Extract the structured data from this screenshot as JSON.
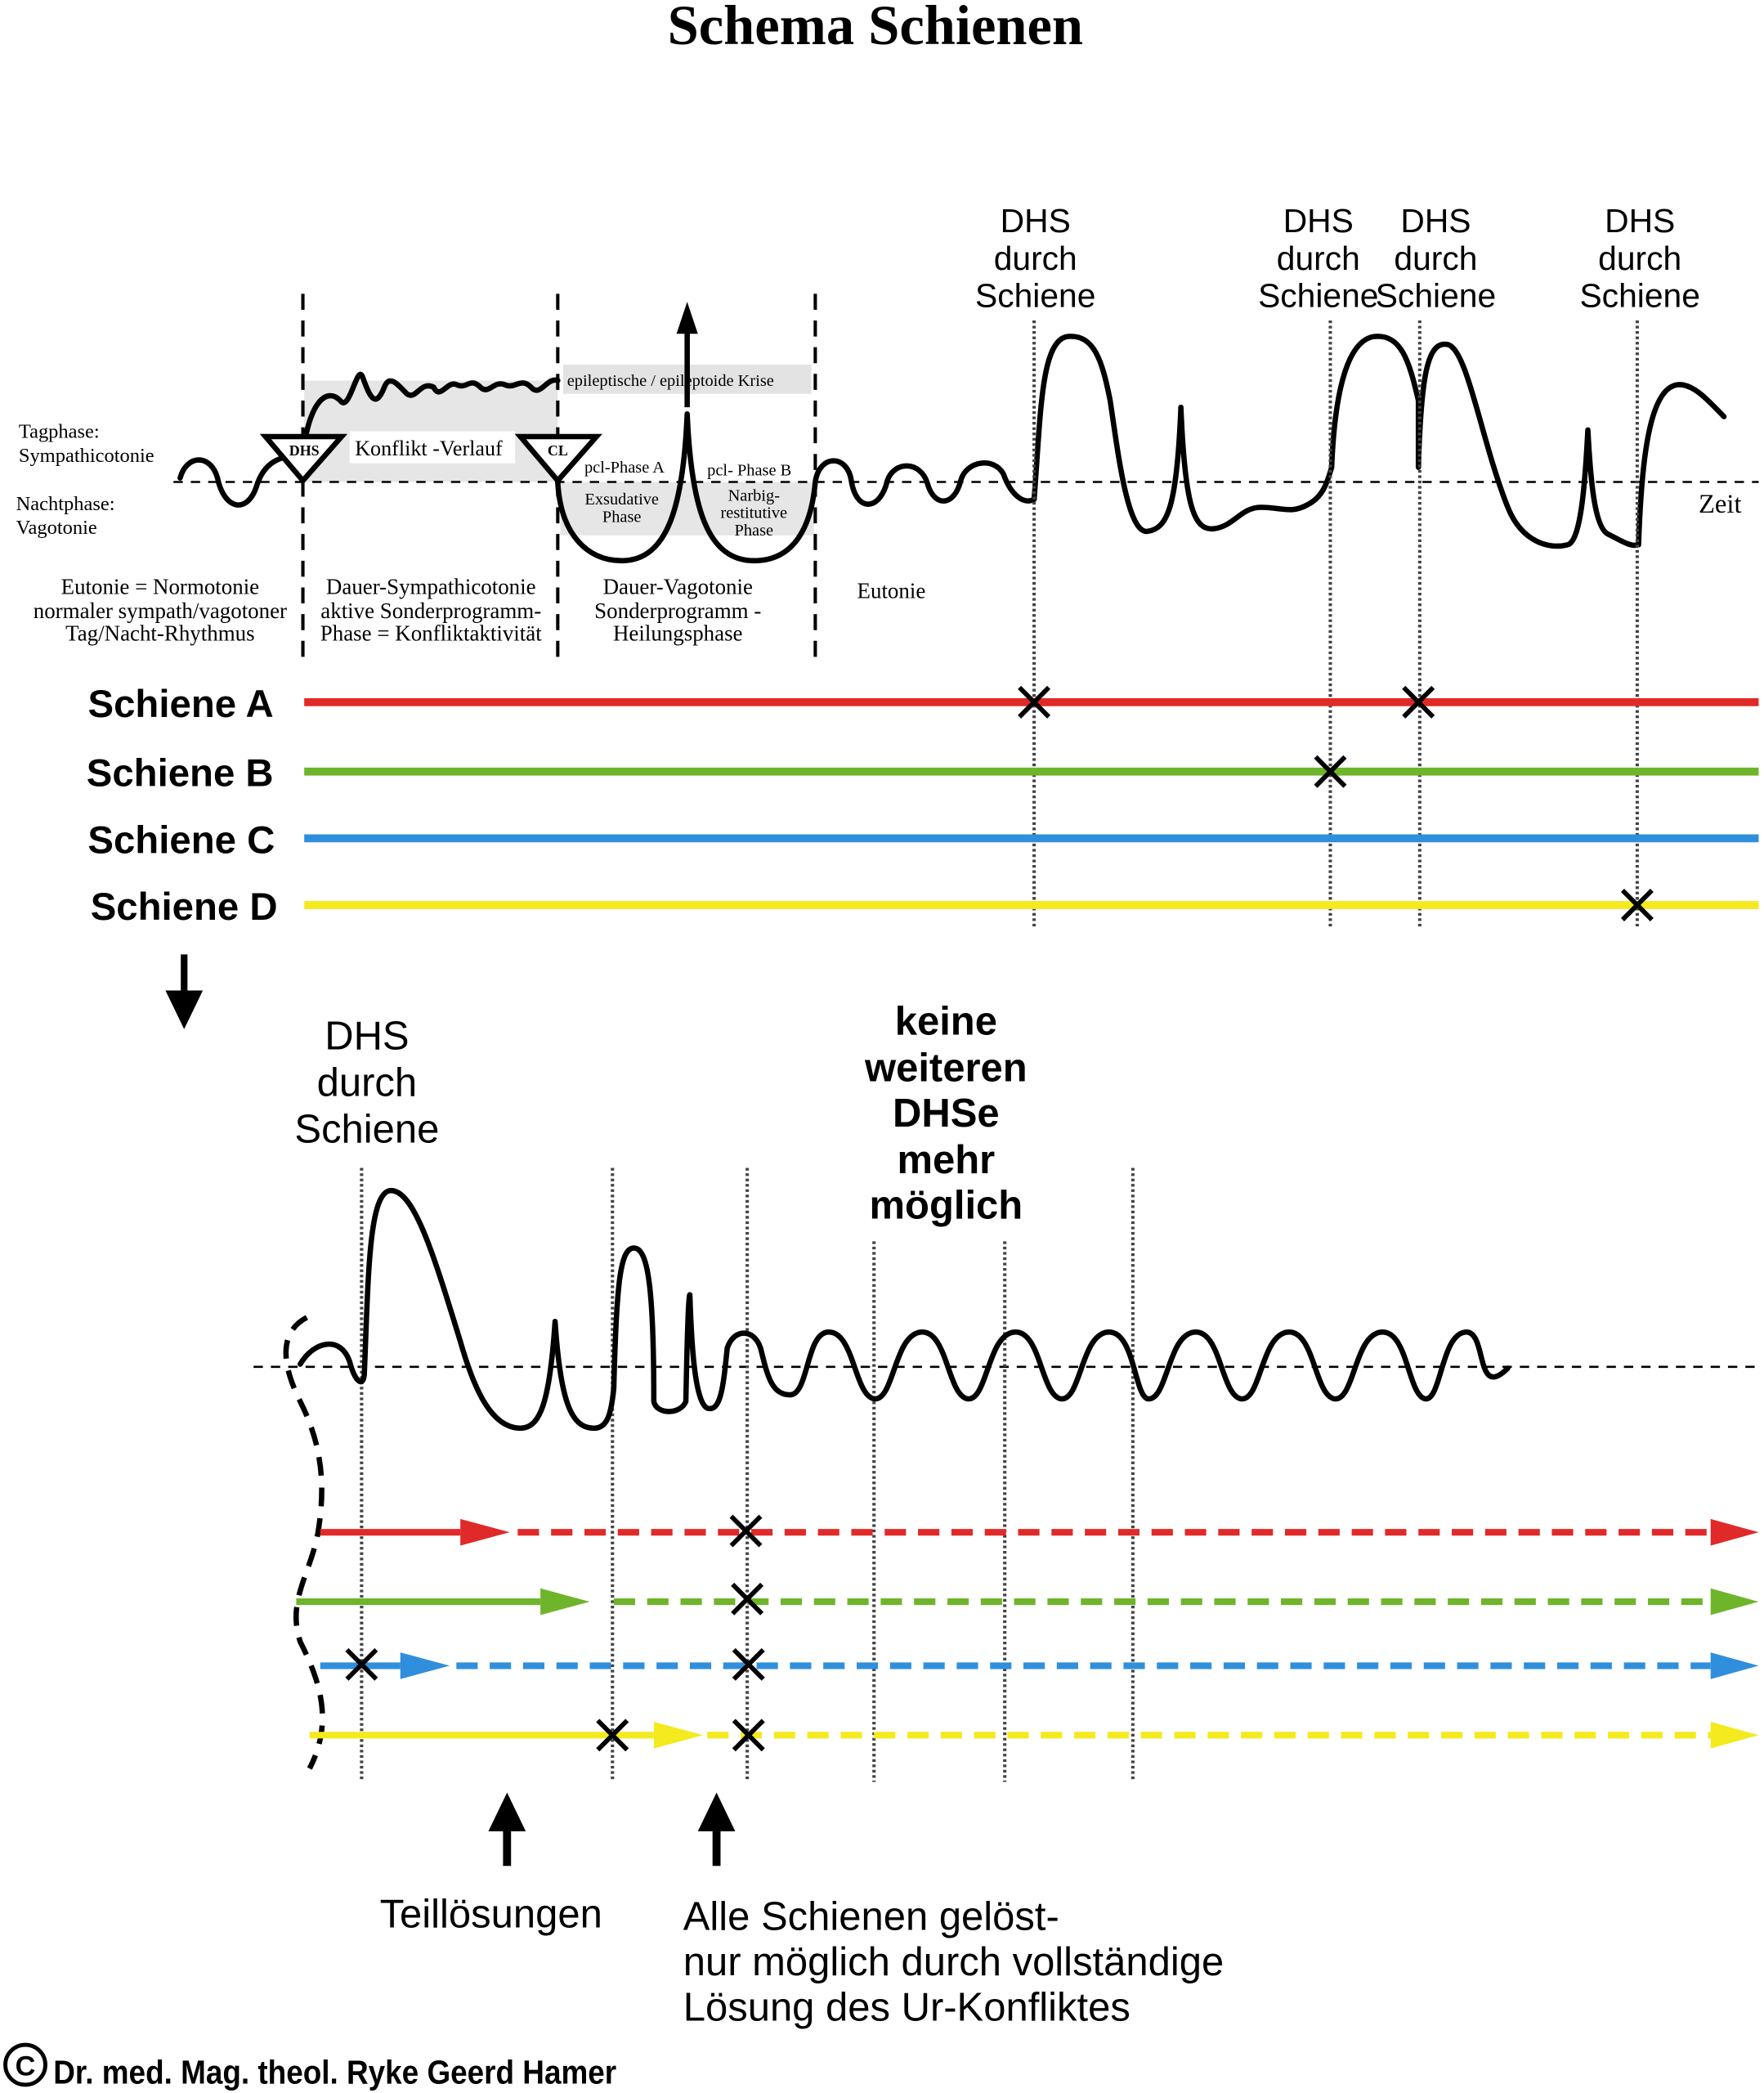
{
  "title": "Schema Schienen",
  "top": {
    "tagphase": [
      "Tagphase:",
      "Sympathicotonie"
    ],
    "nachtphase": [
      "Nachtphase:",
      "Vagotonie"
    ],
    "dhs": "DHS",
    "cl": "CL",
    "konflikt": "Konflikt -Verlauf",
    "krise": "epileptische / epileptoide Krise",
    "pcl_a": "pcl-Phase A",
    "pcl_b": "pcl- Phase B",
    "exsudativ": [
      "Exsudative",
      "Phase"
    ],
    "narbig": [
      "Narbig-",
      "restitutive",
      "Phase"
    ],
    "zeit": "Zeit",
    "col1": [
      "Eutonie = Normotonie",
      "normaler sympath/vagotoner",
      "Tag/Nacht-Rhythmus"
    ],
    "col2": [
      "Dauer-Sympathicotonie",
      "aktive Sonderprogramm-",
      "Phase = Konfliktaktivität"
    ],
    "col3": [
      "Dauer-Vagotonie",
      "Sonderprogramm -",
      "Heilungsphase"
    ],
    "col4": "Eutonie",
    "dhs_label": [
      "DHS",
      "durch",
      "Schiene"
    ]
  },
  "rails": [
    {
      "label": "Schiene A",
      "color": "#e02a2a"
    },
    {
      "label": "Schiene B",
      "color": "#6fb52c"
    },
    {
      "label": "Schiene C",
      "color": "#2f8fdc"
    },
    {
      "label": "Schiene D",
      "color": "#f4ea1e"
    }
  ],
  "bottom": {
    "dhs_label": [
      "DHS",
      "durch",
      "Schiene"
    ],
    "keine": [
      "keine",
      "weiteren",
      "DHSe",
      "mehr",
      "möglich"
    ],
    "teil": "Teillösungen",
    "alle": [
      "Alle Schienen gelöst-",
      "nur möglich durch vollständige",
      "Lösung des Ur-Konfliktes"
    ]
  },
  "copyright": "Dr. med. Mag. theol. Ryke Geerd Hamer"
}
